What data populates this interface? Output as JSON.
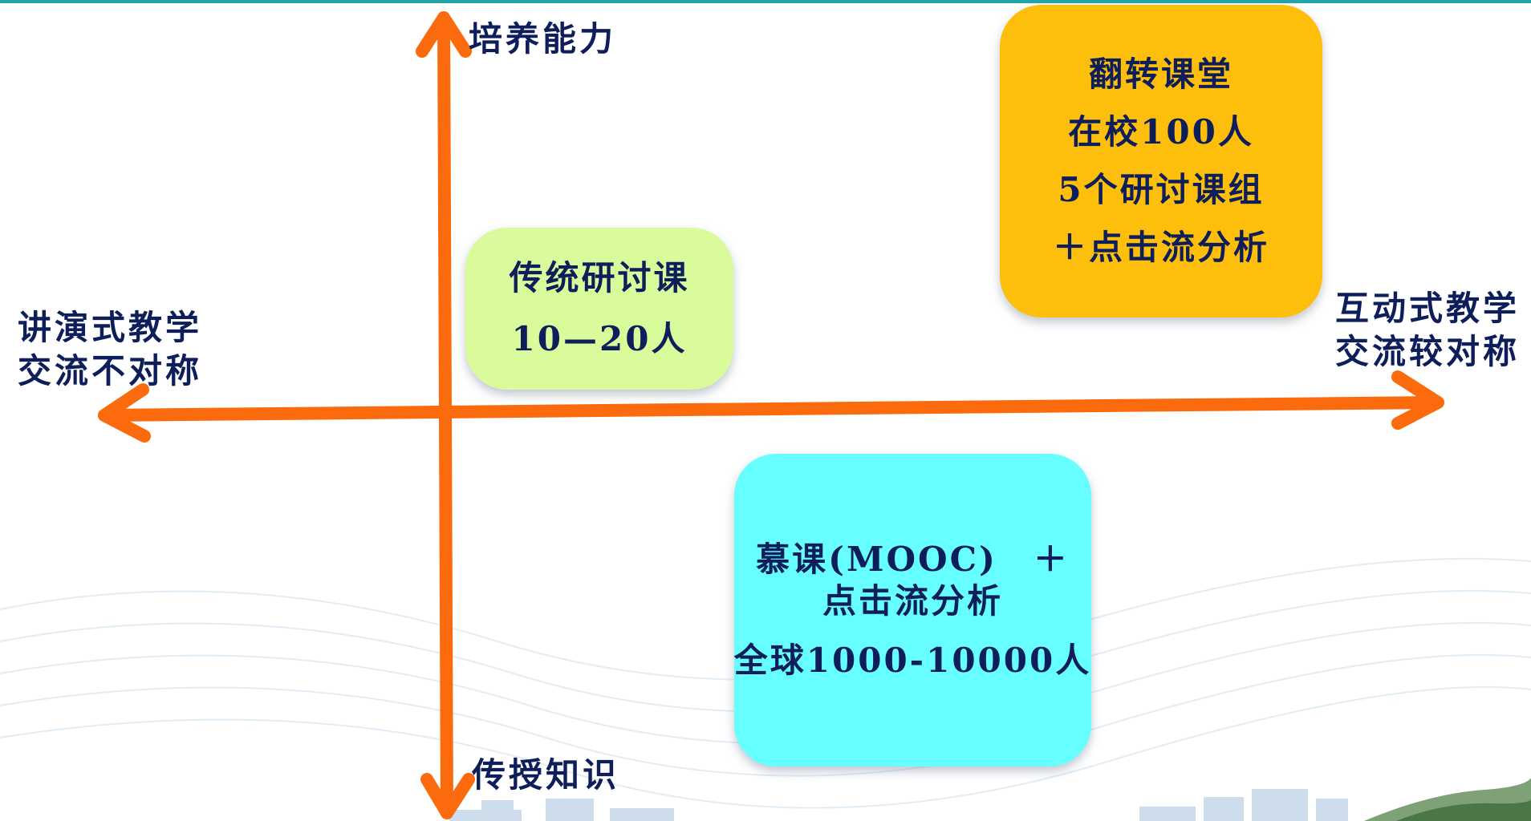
{
  "colors": {
    "axis": "#fb6b0d",
    "text": "#0d1e5a",
    "top_rule": "#23a4a9",
    "flipped_box": "#fdbf0b",
    "traditional_box": "#d9fb9c",
    "mooc_box": "#66feff"
  },
  "axes": {
    "top": "培养能力",
    "bottom": "传授知识",
    "left": [
      "讲演式教学",
      "交流不对称"
    ],
    "right": [
      "互动式教学",
      "交流较对称"
    ]
  },
  "boxes": {
    "flipped": [
      "翻转课堂",
      "在校100人",
      "5个研讨课组",
      "＋点击流分析"
    ],
    "traditional": [
      "传统研讨课",
      "10—20人"
    ],
    "mooc": [
      "慕课(MOOC)　＋",
      "点击流分析",
      "全球1000-10000人"
    ]
  }
}
